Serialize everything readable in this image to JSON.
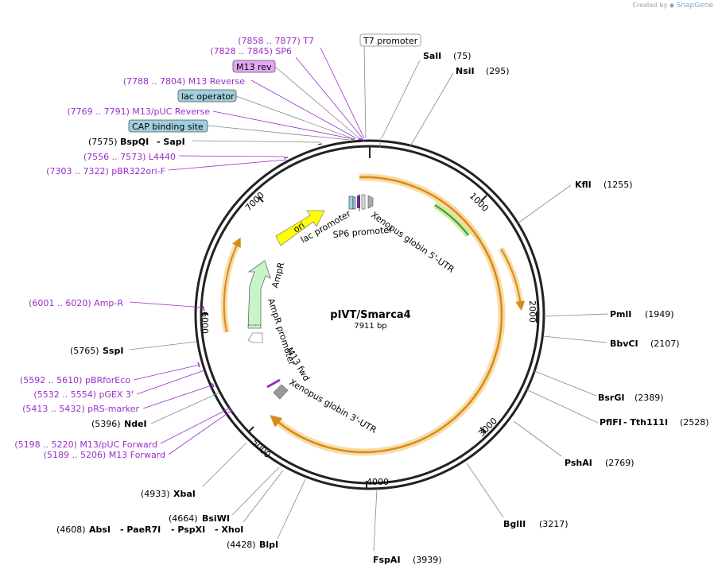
{
  "credit": {
    "prefix": "Created by",
    "brand": "SnapGene"
  },
  "plasmid": {
    "name": "pIVT/Smarca4",
    "size": "7911 bp"
  },
  "ticks": [
    "1000",
    "2000",
    "3000",
    "4000",
    "5000",
    "6000",
    "7000"
  ],
  "features": {
    "ori": "ori",
    "ampr": "AmpR",
    "ampr_promoter": "AmpR promoter",
    "lac_promoter": "lac promoter",
    "sp6_promoter": "SP6 promoter",
    "xenopus_5utr": "Xenopus globin 5'-UTR",
    "m13_fwd": "M13 fwd",
    "xenopus_3utr": "Xenopus globin 3'-UTR"
  },
  "boxed_labels": {
    "t7_promoter": "T7 promoter",
    "m13_rev": "M13 rev",
    "lac_operator": "lac operator",
    "cap_binding_site": "CAP binding site"
  },
  "primers": {
    "t7": "(7858 .. 7877)  T7",
    "sp6": "(7828 .. 7845)  SP6",
    "m13_reverse": "(7788 .. 7804)  M13 Reverse",
    "m13_puc_reverse": "(7769 .. 7791)  M13/pUC Reverse",
    "l4440": "(7556 .. 7573)  L4440",
    "pbr322ori_f": "(7303 .. 7322)  pBR322ori-F",
    "amp_r": "(6001 .. 6020)  Amp-R",
    "pbrforeco": "(5592 .. 5610)  pBRforEco",
    "pgex3": "(5532 .. 5554)  pGEX 3'",
    "prs_marker": "(5413 .. 5432)  pRS-marker",
    "m13_puc_forward": "(5198 .. 5220)  M13/pUC Forward",
    "m13_forward": "(5189 .. 5206)  M13 Forward"
  },
  "sites": {
    "bspqi_pos": "(7575)",
    "bspqi": "BspQI",
    "sapi": "- SapI",
    "sali": "SalI",
    "sali_pos": "(75)",
    "nsii": "NsiI",
    "nsii_pos": "(295)",
    "kfli": "KflI",
    "kfli_pos": "(1255)",
    "pmli": "PmlI",
    "pmli_pos": "(1949)",
    "bbvci": "BbvCI",
    "bbvci_pos": "(2107)",
    "bsrgi": "BsrGI",
    "bsrgi_pos": "(2389)",
    "pflfi": "PflFI",
    "tth111i": "- Tth111I",
    "pflfi_pos": "(2528)",
    "pshai": "PshAI",
    "pshai_pos": "(2769)",
    "bglii": "BglII",
    "bglii_pos": "(3217)",
    "fspai": "FspAI",
    "fspai_pos": "(3939)",
    "sspi_pos": "(5765)",
    "sspi": "SspI",
    "ndei_pos": "(5396)",
    "ndei": "NdeI",
    "xbai_pos": "(4933)",
    "xbai": "XbaI",
    "bsiwi_pos": "(4664)",
    "bsiwi": "BsiWI",
    "absi_pos": "(4608)",
    "absi": "AbsI",
    "paer7i": "- PaeR7I",
    "pspxi": "- PspXI",
    "xhoi": "- XhoI",
    "blpi_pos": "(4428)",
    "blpi": "BlpI"
  },
  "colors": {
    "primer": "#9a2fc9",
    "backbone": "#222222",
    "orange_arc": "#d98a1a",
    "ori": "#ffff00",
    "ampr": "#c8f5c8",
    "utr_green": "#3c9c1e",
    "box_blue": "#9fd0de",
    "box_pink": "#e4a6f2"
  }
}
